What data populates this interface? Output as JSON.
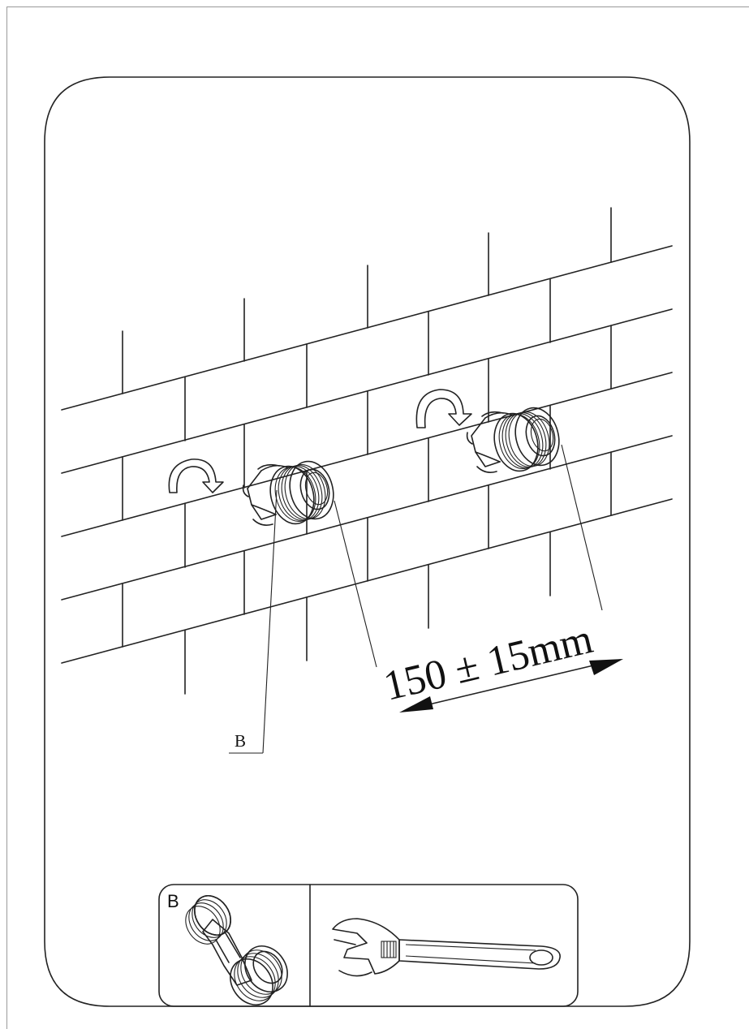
{
  "diagram": {
    "callout_label": "B",
    "dimension": "150 ± 15mm",
    "parts_box_label": "B"
  }
}
